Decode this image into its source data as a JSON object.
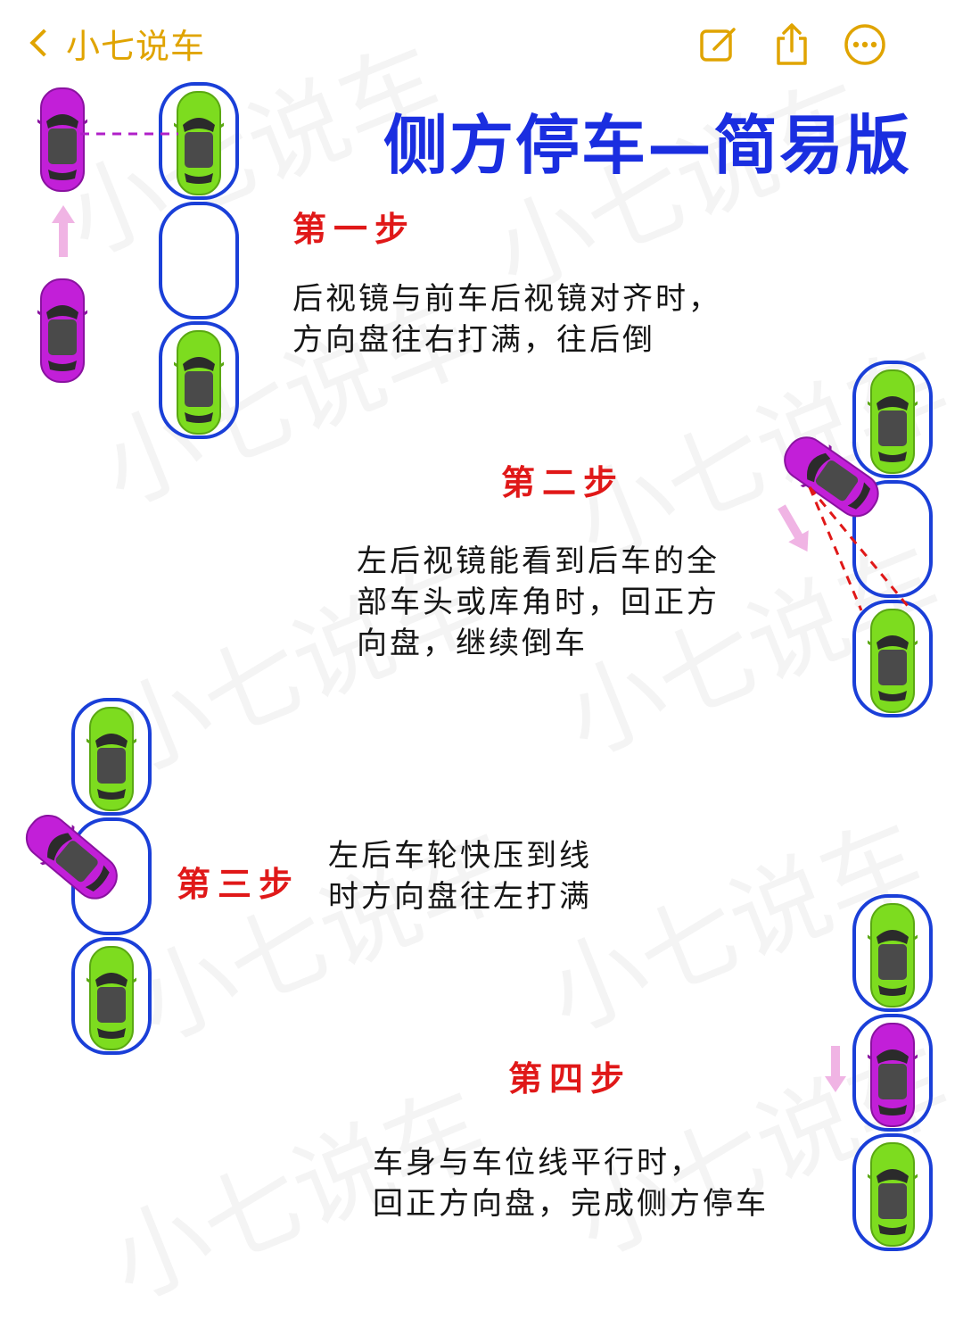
{
  "header": {
    "back_label": "小七说车"
  },
  "icons": {
    "back": "chevron-left-icon",
    "edit": "compose-icon",
    "share": "share-icon",
    "more": "more-icon"
  },
  "title": "侧方停车—简易版",
  "watermark": "小七说车",
  "steps": [
    {
      "label": "第一步",
      "text": "后视镜与前车后视镜对齐时，\n方向盘往右打满，往后倒"
    },
    {
      "label": "第二步",
      "text": "左后视镜能看到后车的全\n部车头或库角时，回正方\n向盘，继续倒车"
    },
    {
      "label": "第三步",
      "text": "左后车轮快压到线\n时方向盘往左打满"
    },
    {
      "label": "第四步",
      "text": "车身与车位线平行时，\n回正方向盘，完成侧方停车"
    }
  ],
  "colors": {
    "accent": "#e0a400",
    "title": "#1a2ee0",
    "step_label": "#e01818",
    "slot_border": "#1a3fd8",
    "parked_car": "#7ddc1f",
    "moving_car": "#c21fd8",
    "arrow": "#f0b4e4"
  }
}
